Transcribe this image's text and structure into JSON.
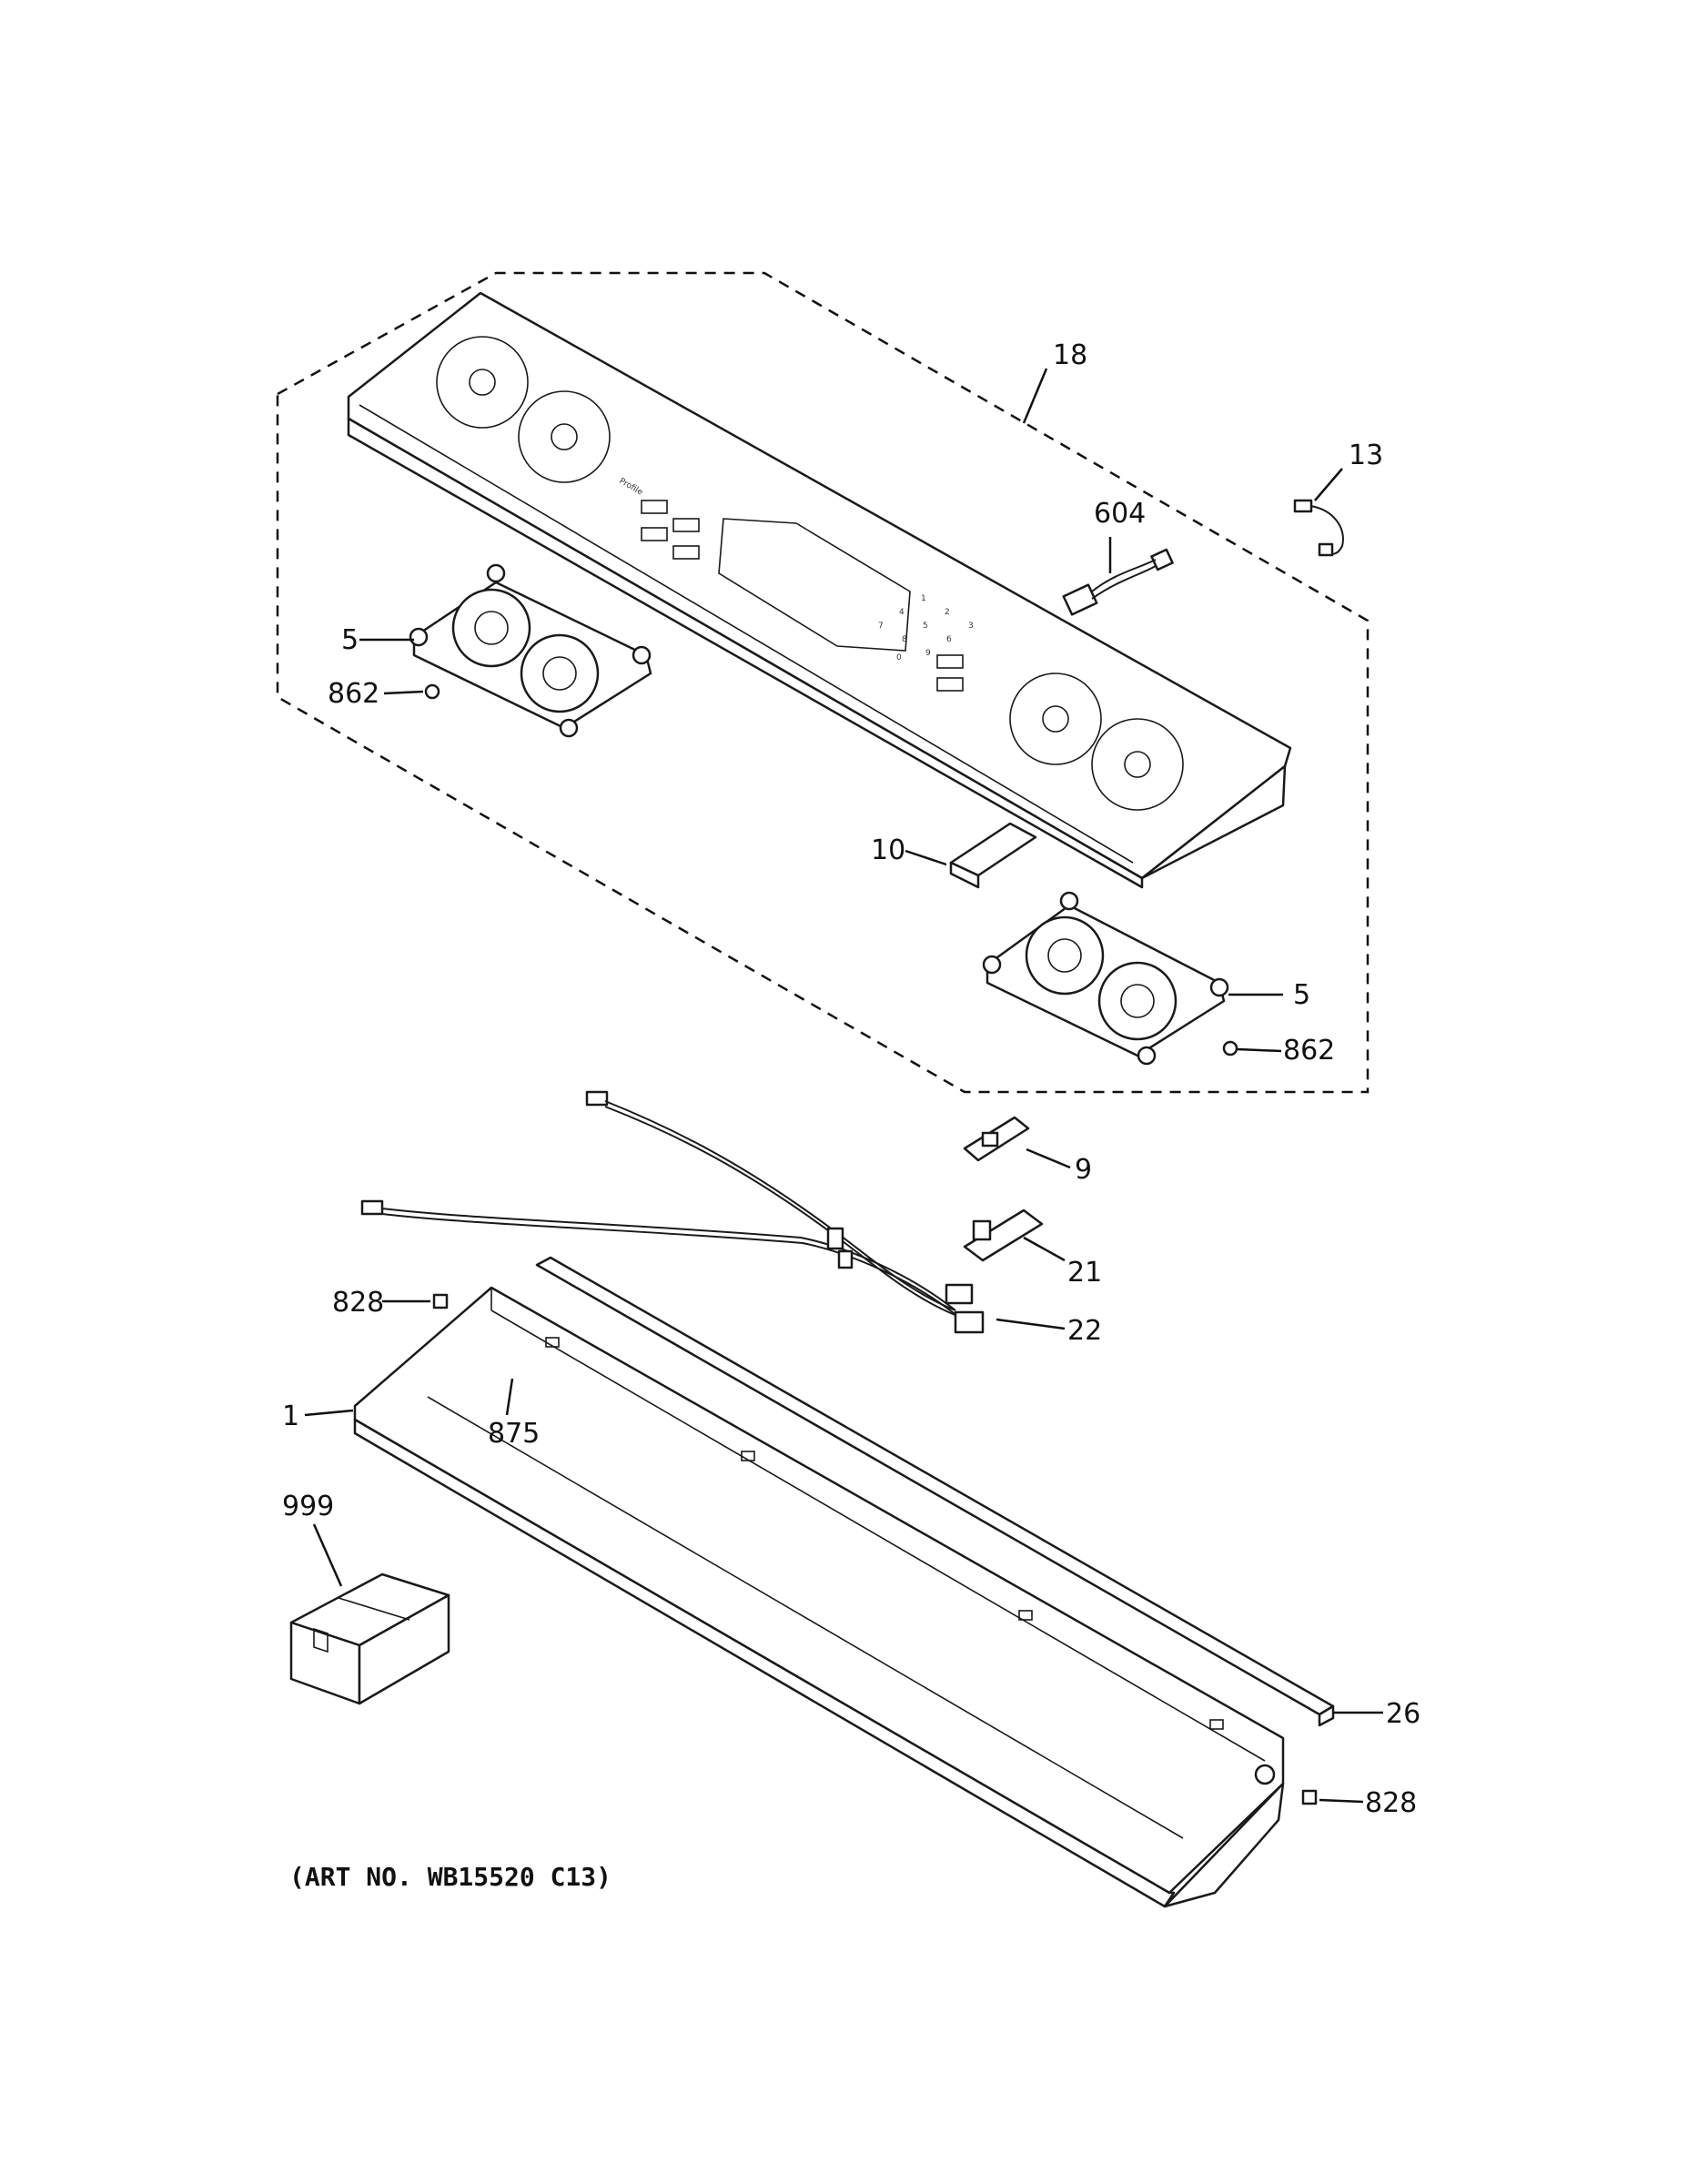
{
  "diagram": {
    "art_number": "(ART NO. WB15520 C13)",
    "colors": {
      "line": "#111111",
      "background": "#ffffff"
    },
    "callouts": [
      {
        "id": "18",
        "label": "18",
        "part": "control-panel-assembly"
      },
      {
        "id": "13",
        "label": "13",
        "part": "jumper-harness"
      },
      {
        "id": "604",
        "label": "604",
        "part": "wire-harness-connector"
      },
      {
        "id": "5-left",
        "label": "5",
        "part": "burner-switch-module-left"
      },
      {
        "id": "862-left",
        "label": "862",
        "part": "screw-left"
      },
      {
        "id": "10",
        "label": "10",
        "part": "control-clip"
      },
      {
        "id": "5-right",
        "label": "5",
        "part": "burner-switch-module-right"
      },
      {
        "id": "862-right",
        "label": "862",
        "part": "screw-right"
      },
      {
        "id": "9",
        "label": "9",
        "part": "circuit-board-small"
      },
      {
        "id": "21",
        "label": "21",
        "part": "circuit-board"
      },
      {
        "id": "22",
        "label": "22",
        "part": "main-wire-harness"
      },
      {
        "id": "828-left",
        "label": "828",
        "part": "screw-828-left"
      },
      {
        "id": "1",
        "label": "1",
        "part": "backsplash-frame"
      },
      {
        "id": "875",
        "label": "875",
        "part": "screw-875"
      },
      {
        "id": "999",
        "label": "999",
        "part": "parts-box"
      },
      {
        "id": "26",
        "label": "26",
        "part": "gasket-strip"
      },
      {
        "id": "828-right",
        "label": "828",
        "part": "screw-828-right"
      }
    ],
    "panel_labels": {
      "brand": "Profile",
      "keys": [
        "1",
        "2",
        "3",
        "4",
        "5",
        "6",
        "7",
        "8",
        "9",
        "0"
      ]
    }
  }
}
